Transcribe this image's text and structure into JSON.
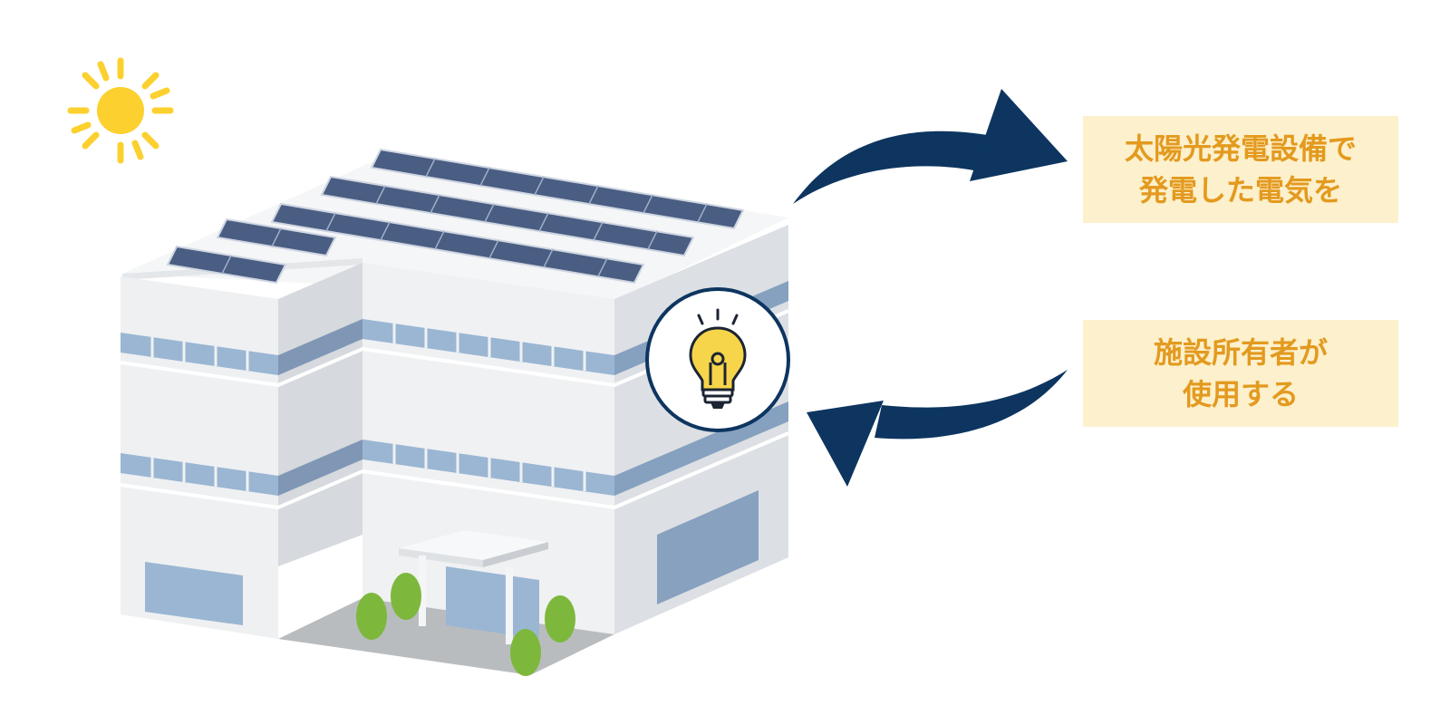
{
  "colors": {
    "sun": "#fcd02e",
    "arrow": "#0d3560",
    "label_bg": "#fdf0cc",
    "label_text": "#e39a1f",
    "bulb": "#f7d54a",
    "window_blue": "#9ab6d3",
    "wall": "#eef0f2",
    "panel": "#4a5d82",
    "tree": "#7db83c"
  },
  "icons": {
    "sun": "sun-icon",
    "bulb": "lightbulb-icon",
    "building": "factory-building-illustration"
  },
  "labels": {
    "generation": {
      "line1": "太陽光発電設備で",
      "line2": "発電した電気を"
    },
    "usage": {
      "line1": "施設所有者が",
      "line2": "使用する"
    }
  }
}
